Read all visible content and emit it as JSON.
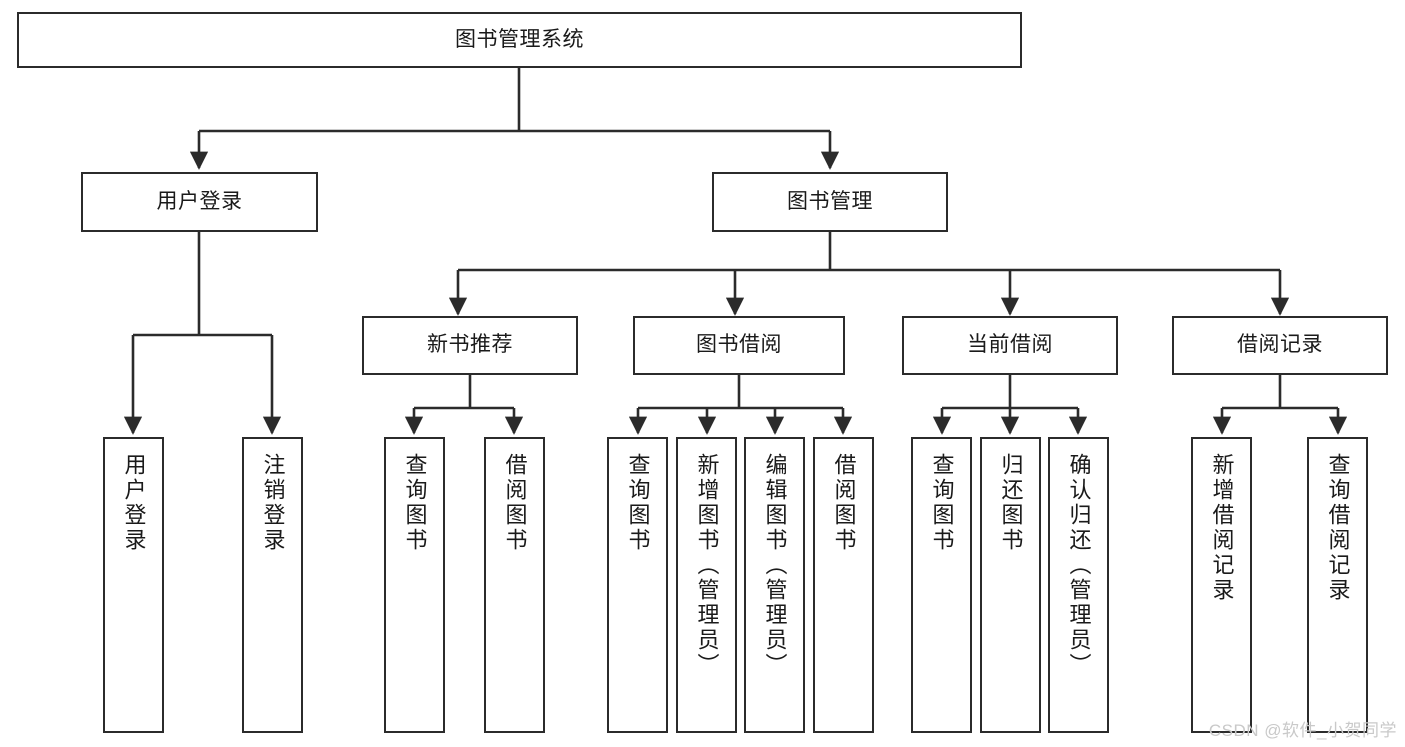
{
  "diagram": {
    "title": "图书管理系统",
    "type": "tree",
    "watermark": "CSDN @软件_小贺同学",
    "levels": {
      "root": {
        "label": "图书管理系统"
      },
      "level2": [
        {
          "id": "user-login",
          "label": "用户登录"
        },
        {
          "id": "book-management",
          "label": "图书管理"
        }
      ],
      "level3": [
        {
          "id": "new-book-recommend",
          "label": "新书推荐"
        },
        {
          "id": "book-borrow",
          "label": "图书借阅"
        },
        {
          "id": "current-borrow",
          "label": "当前借阅"
        },
        {
          "id": "borrow-record",
          "label": "借阅记录"
        }
      ],
      "leaves": {
        "user_login": [
          {
            "id": "leaf-user-login",
            "label": "用户登录"
          },
          {
            "id": "leaf-logout-login",
            "label": "注销登录"
          }
        ],
        "new_book_recommend": [
          {
            "id": "leaf-query-book-1",
            "label": "查询图书"
          },
          {
            "id": "leaf-borrow-book-1",
            "label": "借阅图书"
          }
        ],
        "book_borrow": [
          {
            "id": "leaf-query-book-2",
            "label": "查询图书"
          },
          {
            "id": "leaf-add-book",
            "label": "新增图书（管理员）"
          },
          {
            "id": "leaf-edit-book",
            "label": "编辑图书（管理员）"
          },
          {
            "id": "leaf-borrow-book-2",
            "label": "借阅图书"
          }
        ],
        "current_borrow": [
          {
            "id": "leaf-query-book-3",
            "label": "查询图书"
          },
          {
            "id": "leaf-return-book",
            "label": "归还图书"
          },
          {
            "id": "leaf-confirm-return",
            "label": "确认归还（管理员）"
          }
        ],
        "borrow_record": [
          {
            "id": "leaf-add-record",
            "label": "新增借阅记录"
          },
          {
            "id": "leaf-query-record",
            "label": "查询借阅记录"
          }
        ]
      }
    },
    "colors": {
      "stroke": "#2b2b2b",
      "fill": "#ffffff",
      "text": "#1a1a1a",
      "watermark": "#c9c9c9"
    }
  }
}
